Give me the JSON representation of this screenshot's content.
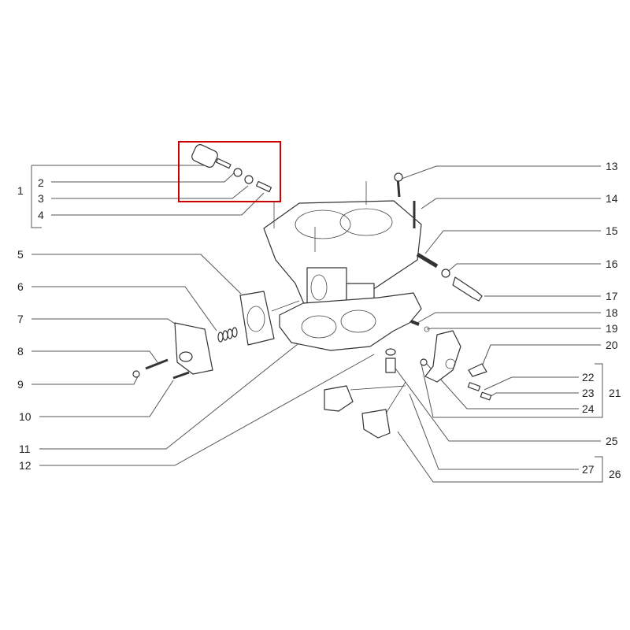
{
  "diagram": {
    "highlight_color": "#cc0000",
    "labels": {
      "p1": "1",
      "p2": "2",
      "p3": "3",
      "p4": "4",
      "p5": "5",
      "p6": "6",
      "p7": "7",
      "p8": "8",
      "p9": "9",
      "p10": "10",
      "p11": "11",
      "p12": "12",
      "p13": "13",
      "p14": "14",
      "p15": "15",
      "p16": "16",
      "p17": "17",
      "p18": "18",
      "p19": "19",
      "p20": "20",
      "p21": "21",
      "p22": "22",
      "p23": "23",
      "p24": "24",
      "p25": "25",
      "p26": "26",
      "p27": "27"
    }
  }
}
